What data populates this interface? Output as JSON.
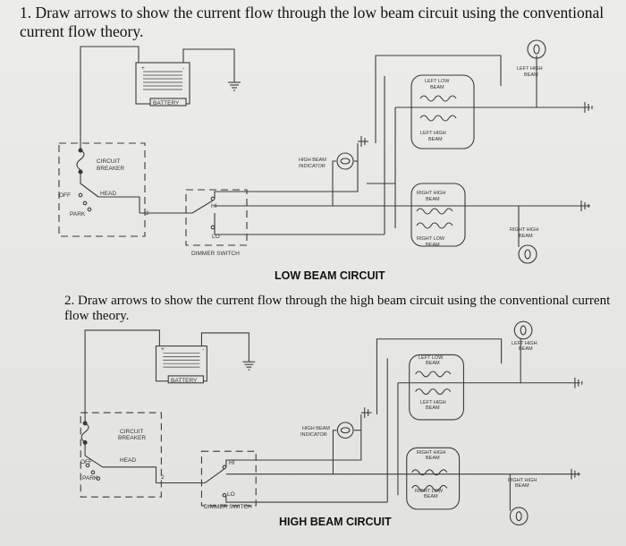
{
  "question1": "1. Draw arrows to show the current flow through the low beam circuit using the conventional current flow theory.",
  "question2": "2. Draw arrows to show the current flow through the high beam circuit using the conventional current flow theory.",
  "diagram1": {
    "title": "LOW BEAM CIRCUIT",
    "battery": "BATTERY",
    "circuit_breaker": [
      "CIRCUIT",
      "BREAKER"
    ],
    "head": "HEAD",
    "off": "OFF",
    "park": "PARK",
    "dimmer_switch": "DIMMER SWITCH",
    "hi": "HI",
    "lo": "LO",
    "high_beam_indicator": [
      "HIGH BEAM",
      "INDICATOR"
    ],
    "left_low_beam": [
      "LEFT LOW",
      "BEAM"
    ],
    "left_high_beam_inner": [
      "LEFT HIGH",
      "BEAM"
    ],
    "left_high_beam": [
      "LEFT HIGH",
      "BEAM"
    ],
    "right_high_beam_inner": [
      "RIGHT HIGH",
      "BEAM"
    ],
    "right_low_beam": [
      "RIGHT LOW",
      "BEAM"
    ],
    "right_high_beam": [
      "RIGHT HIGH",
      "BEAM"
    ],
    "terminal_2": "2",
    "plus": "+",
    "minus": "-"
  },
  "diagram2": {
    "title": "HIGH BEAM CIRCUIT",
    "battery": "BATTERY",
    "circuit_breaker": [
      "CIRCUIT",
      "BREAKER"
    ],
    "head": "HEAD",
    "off": "OFF",
    "park": "PARK",
    "dimmer_switch": "DIMMER SWITCH",
    "hi": "HI",
    "lo": "LO",
    "high_beam_indicator": [
      "HIGH BEAM",
      "INDICATOR"
    ],
    "left_low_beam": [
      "LEFT LOW",
      "BEAM"
    ],
    "left_high_beam_inner": [
      "LEFT HIGH",
      "BEAM"
    ],
    "left_high_beam": [
      "LEFT HIGH",
      "BEAM"
    ],
    "right_high_beam_inner": [
      "RIGHT HIGH",
      "BEAM"
    ],
    "right_low_beam": [
      "RIGHT LOW",
      "BEAM"
    ],
    "right_high_beam": [
      "RIGHT HIGH",
      "BEAM"
    ],
    "terminal_2": "2",
    "plus": "+",
    "minus": "-"
  }
}
